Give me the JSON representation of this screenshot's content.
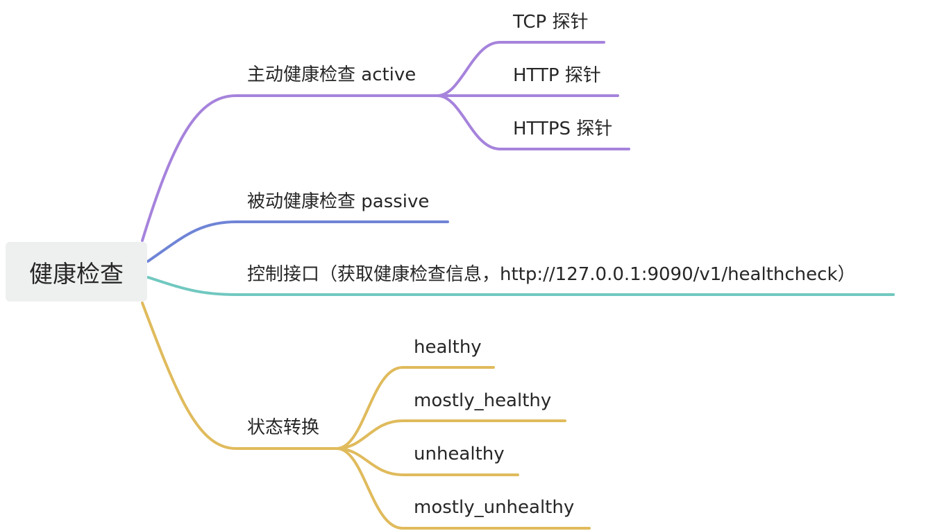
{
  "root": {
    "label": "健康检查"
  },
  "colors": {
    "active": "#a683dc",
    "passive": "#6f84d6",
    "api": "#70c8c0",
    "state": "#e0bb5c",
    "root_bg": "#eef0ef"
  },
  "branches": {
    "active": {
      "label": "主动健康检查 active",
      "children": [
        "TCP 探针",
        "HTTP 探针",
        "HTTPS 探针"
      ]
    },
    "passive": {
      "label": "被动健康检查 passive"
    },
    "api": {
      "label": "控制接口（获取健康检查信息，http://127.0.0.1:9090/v1/healthcheck）"
    },
    "state": {
      "label": "状态转换",
      "children": [
        "healthy",
        "mostly_healthy",
        "unhealthy",
        "mostly_unhealthy"
      ]
    }
  }
}
